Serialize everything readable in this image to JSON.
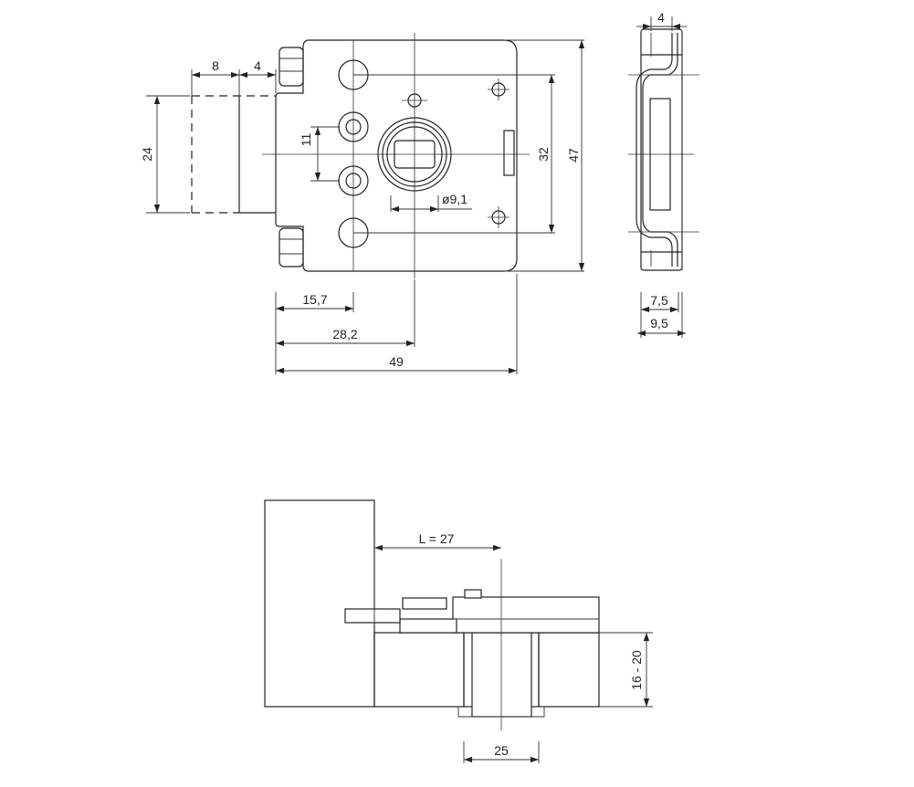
{
  "colors": {
    "wood": "#fcd581",
    "line": "#222222",
    "background": "#ffffff"
  },
  "dimensions": {
    "d8": "8",
    "d4_left": "4",
    "d24": "24",
    "d11": "11",
    "d32": "32",
    "d47": "47",
    "d_bore": "ø9,1",
    "d15_7": "15,7",
    "d28_2": "28,2",
    "d49": "49",
    "d4_side": "4",
    "d7_5": "7,5",
    "d9_5": "9,5",
    "d_L": "L = 27",
    "d16_20": "16 - 20",
    "d25": "25"
  }
}
